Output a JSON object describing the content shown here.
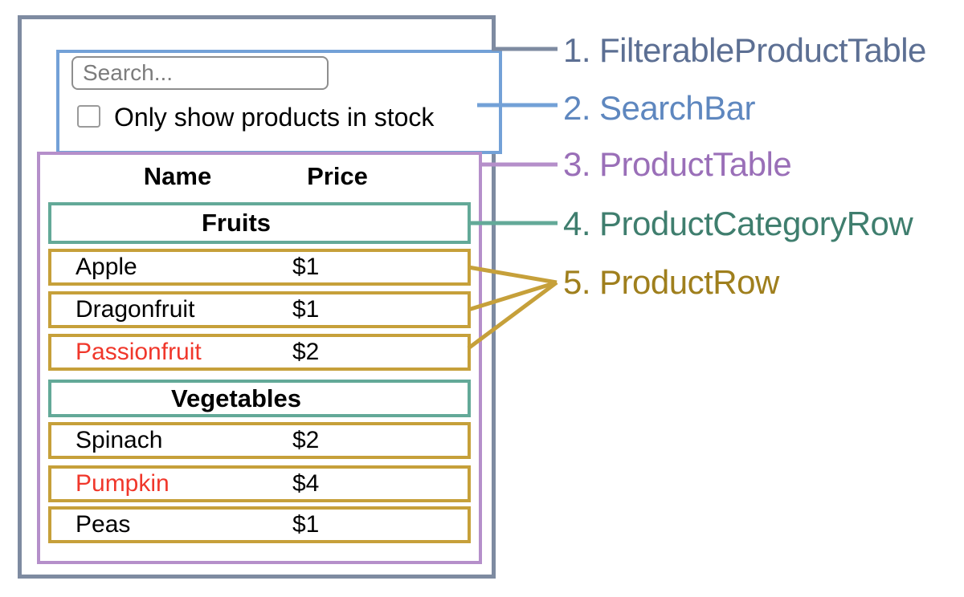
{
  "palette": {
    "slate": "#7e8ba1",
    "blue": "#73a1d7",
    "purple": "#b58fca",
    "teal": "#63a998",
    "gold": "#c6a03a",
    "red": "#f0372b"
  },
  "search_bar": {
    "placeholder": "Search...",
    "checkbox_label": "Only show products in stock",
    "checkbox_checked": false
  },
  "product_table": {
    "name_header": "Name",
    "price_header": "Price",
    "sections": [
      {
        "category": "Fruits",
        "rows": [
          {
            "name": "Apple",
            "price": "$1",
            "name_color": "#000000"
          },
          {
            "name": "Dragonfruit",
            "price": "$1",
            "name_color": "#000000"
          },
          {
            "name": "Passionfruit",
            "price": "$2",
            "name_color": "#f0372b"
          }
        ]
      },
      {
        "category": "Vegetables",
        "rows": [
          {
            "name": "Spinach",
            "price": "$2",
            "name_color": "#000000"
          },
          {
            "name": "Pumpkin",
            "price": "$4",
            "name_color": "#f0372b"
          },
          {
            "name": "Peas",
            "price": "$1",
            "name_color": "#000000"
          }
        ]
      }
    ]
  },
  "legend": [
    {
      "number": "1.",
      "label": "FilterableProductTable",
      "color": "#5c6f93"
    },
    {
      "number": "2.",
      "label": "SearchBar",
      "color": "#5e87bf"
    },
    {
      "number": "3.",
      "label": "ProductTable",
      "color": "#9a6fb8"
    },
    {
      "number": "4.",
      "label": "ProductCategoryRow",
      "color": "#3f7e6e"
    },
    {
      "number": "5.",
      "label": "ProductRow",
      "color": "#9f7f1d"
    }
  ]
}
